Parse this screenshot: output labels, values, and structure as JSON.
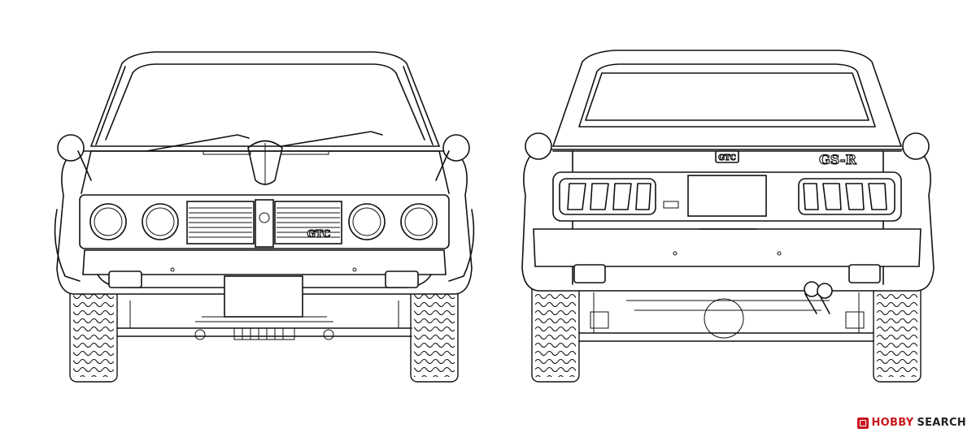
{
  "front_view": {
    "grille_badge": "GTC"
  },
  "rear_view": {
    "trunk_badge": "GS-R",
    "emblem_text": "GTC"
  },
  "watermark": {
    "brand": "HOBBY",
    "word": "SEARCH"
  },
  "colors": {
    "line": "#111111",
    "background": "#ffffff",
    "watermark_red": "#c8171e"
  }
}
